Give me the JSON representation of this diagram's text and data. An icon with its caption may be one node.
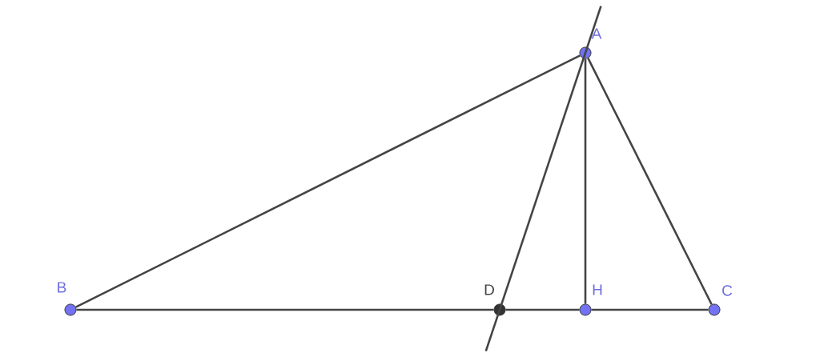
{
  "diagram": {
    "nodes": [
      {
        "text": [],
        "shape": "circle",
        "beside": [
          "A"
        ]
      },
      {
        "text": [],
        "shape": "circle",
        "beside": [
          "B"
        ]
      },
      {
        "text": [],
        "shape": "circle",
        "beside": [
          "C"
        ]
      },
      {
        "text": [],
        "shape": "circle",
        "beside": [
          "D"
        ]
      },
      {
        "text": [],
        "shape": "circle",
        "beside": [
          "H"
        ]
      }
    ],
    "edges": [
      {
        "from": 0,
        "to": 1,
        "arrow": "none"
      },
      {
        "from": 0,
        "to": 2,
        "arrow": "none"
      },
      {
        "from": 0,
        "to": 4,
        "arrow": "none"
      },
      {
        "from": 0,
        "to": 3,
        "arrow": "none"
      },
      {
        "from": 1,
        "to": 3,
        "arrow": "none"
      },
      {
        "from": 3,
        "to": 4,
        "arrow": "none"
      },
      {
        "from": 4,
        "to": 2,
        "arrow": "none"
      }
    ]
  }
}
